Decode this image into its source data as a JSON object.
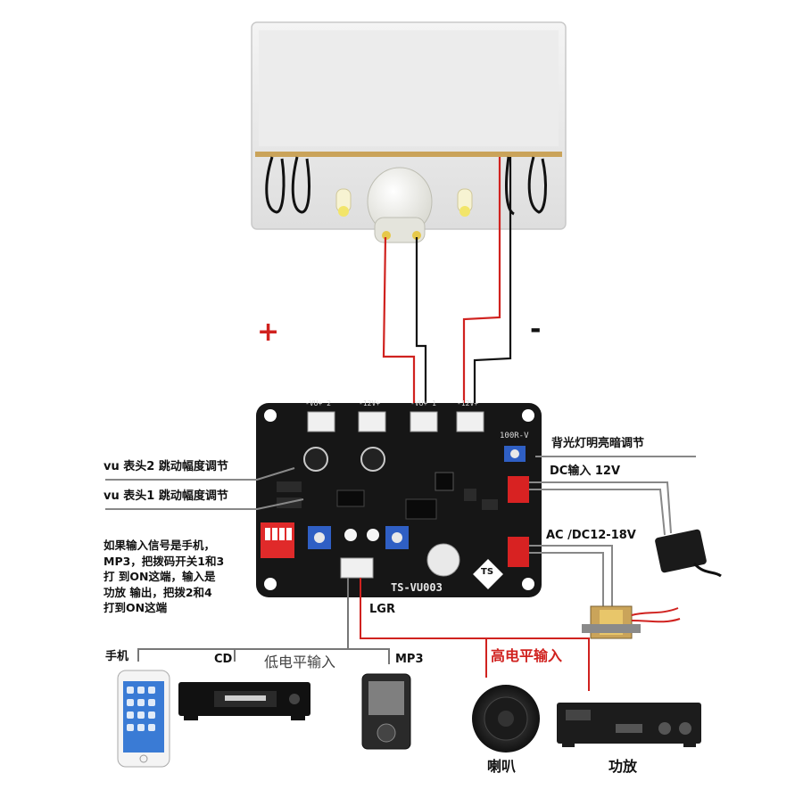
{
  "diagram": {
    "polarity_plus": "+",
    "polarity_minus": "-",
    "labels": {
      "vu2_adjust": "vu 表头2 跳动幅度调节",
      "vu1_adjust": "vu 表头1 跳动幅度调节",
      "backlight_adjust": "背光灯明亮暗调节",
      "dc_input": "DC输入 12V",
      "ac_input": "AC /DC12-18V",
      "lgr": "LGR",
      "phone": "手机",
      "cd": "CD",
      "low_level_input": "低电平输入",
      "mp3": "MP3",
      "high_level_input": "高电平输入",
      "speaker": "喇叭",
      "amplifier": "功放"
    },
    "note_lines": [
      "如果输入信号是手机，",
      "MP3，把拨码开关1和3",
      "打 到ON这端，输入是",
      "功放 输出，把拨2和4",
      "打到ON这端"
    ],
    "board": {
      "model": "TS-VU003",
      "logo": "TS",
      "connector_labels": [
        "-VU+ 2",
        "-12V+",
        "-VU+ 1",
        "-12V+"
      ],
      "potentiometer_label": "100R-V"
    },
    "colors": {
      "wire_red": "#d0221f",
      "wire_black": "#111111",
      "board": "#161616",
      "connector_red": "#d82222",
      "pot_blue": "#2f5fc4",
      "dip_red": "#e02a2a"
    }
  }
}
